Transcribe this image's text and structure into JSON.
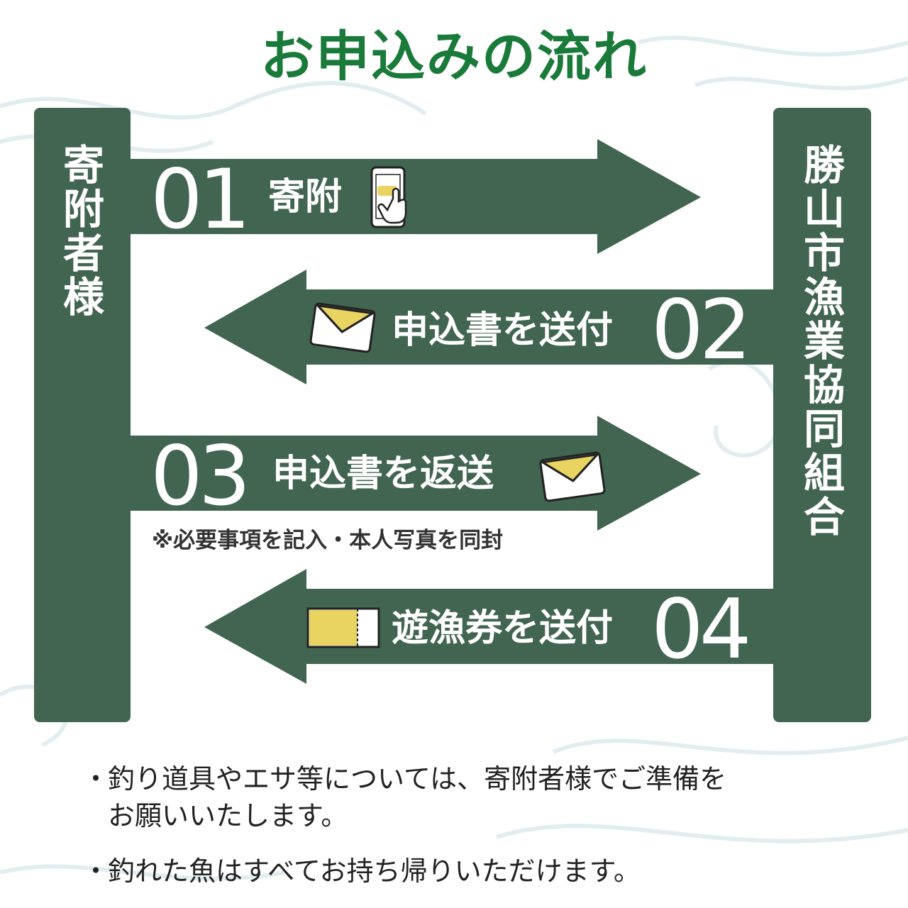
{
  "title": "お申込みの流れ",
  "left_actor": "寄附者様",
  "right_actor": "勝山市漁業協同組合",
  "steps": [
    {
      "num": "01",
      "label": "寄附",
      "direction": "right",
      "icon": "smartphone-tap-icon"
    },
    {
      "num": "02",
      "label": "申込書を送付",
      "direction": "left",
      "icon": "envelope-icon"
    },
    {
      "num": "03",
      "label": "申込書を返送",
      "direction": "right",
      "icon": "envelope-icon",
      "note": "※必要事項を記入・本人写真を同封"
    },
    {
      "num": "04",
      "label": "遊漁券を送付",
      "direction": "left",
      "icon": "ticket-icon"
    }
  ],
  "bullet_char": "・",
  "notes": [
    {
      "line1": "釣り道具やエサ等については、寄附者様でご準備を",
      "line2": "お願いいたします。"
    },
    {
      "line1": "釣れた魚はすべてお持ち帰りいただけます。",
      "line2": ""
    }
  ],
  "colors": {
    "dark_green": "#416550",
    "title_green": "#1a7a3a",
    "accent_yellow": "#e9d361"
  }
}
